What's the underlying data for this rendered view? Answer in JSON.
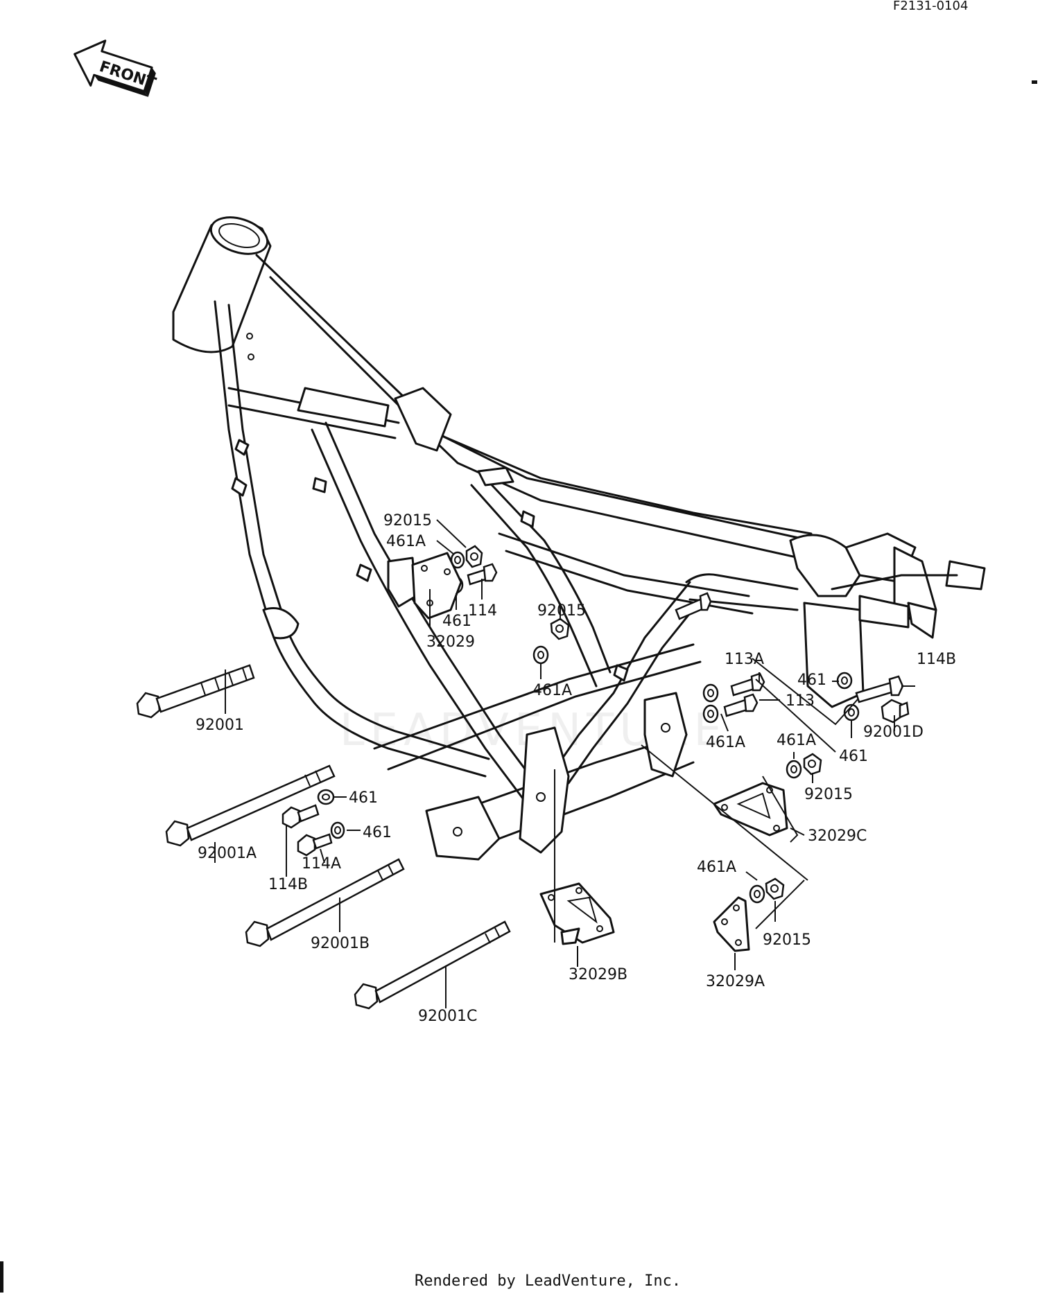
{
  "ref_code": "F2131-0104",
  "front_arrow_text": "FRONT",
  "footer": "Rendered by LeadVenture, Inc.",
  "watermark": "LEADVENTURE",
  "labels": {
    "l_92015_a": "92015",
    "l_461A_a": "461A",
    "l_114": "114",
    "l_461_a": "461",
    "l_32029": "32029",
    "l_92015_b": "92015",
    "l_461A_b": "461A",
    "l_92001": "92001",
    "l_113A": "113A",
    "l_113": "113",
    "l_114B_a": "114B",
    "l_461_b": "461",
    "l_461_c": "461",
    "l_92001D": "92001D",
    "l_461A_c": "461A",
    "l_461A_d": "461A",
    "l_92015_c": "92015",
    "l_32029C": "32029C",
    "l_461_d": "461",
    "l_461_e": "461",
    "l_92001A": "92001A",
    "l_114A": "114A",
    "l_114B_b": "114B",
    "l_461A_e": "461A",
    "l_92015_d": "92015",
    "l_92001B": "92001B",
    "l_32029B": "32029B",
    "l_32029A": "32029A",
    "l_92001C": "92001C"
  }
}
